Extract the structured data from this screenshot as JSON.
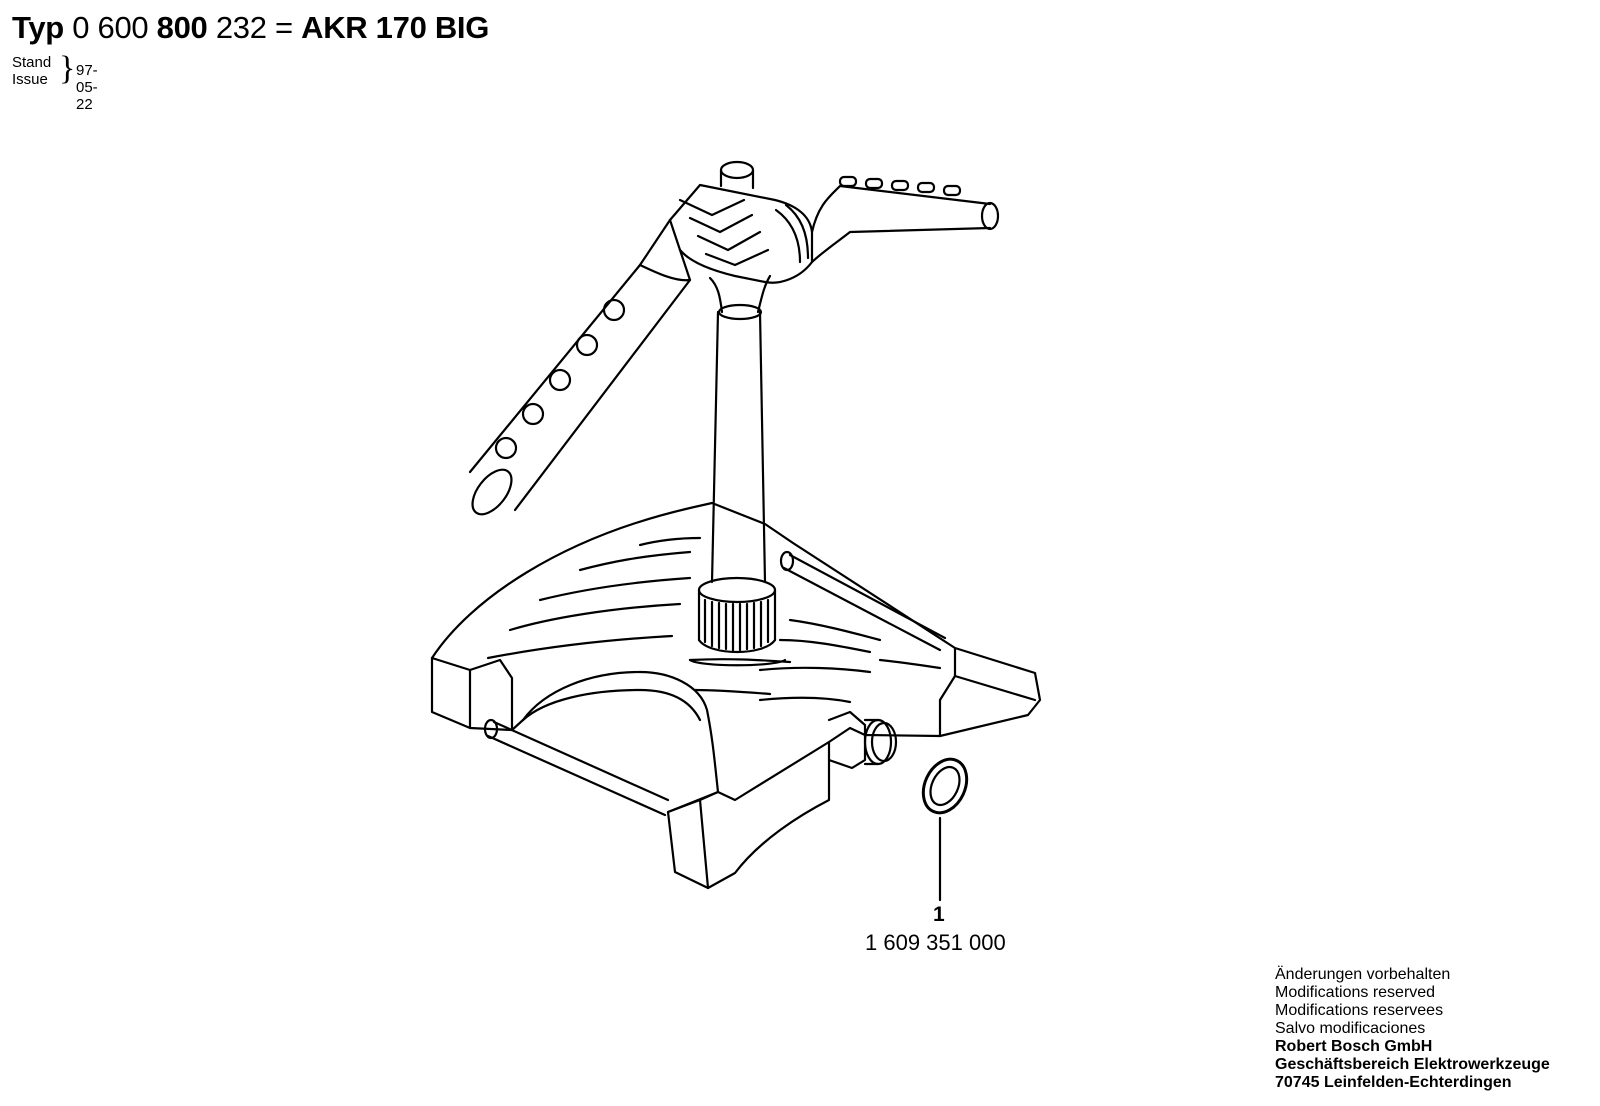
{
  "header": {
    "typ_label": "Typ",
    "type_prefix": "0 600",
    "type_middle": "800",
    "type_suffix": "232",
    "equals": "=",
    "model": "AKR 170 BIG"
  },
  "issue": {
    "label_de": "Stand",
    "label_en": "Issue",
    "date": "97-05-22"
  },
  "parts": [
    {
      "position": "1",
      "part_number": "1 609 351 000"
    }
  ],
  "footer": {
    "notice_de": "Änderungen vorbehalten",
    "notice_en": "Modifications reserved",
    "notice_fr": "Modifications reservees",
    "notice_es": "Salvo modificaciones",
    "company": "Robert Bosch GmbH",
    "division": "Geschäftsbereich Elektrowerkzeuge",
    "address": "70745 Leinfelden-Echterdingen"
  }
}
